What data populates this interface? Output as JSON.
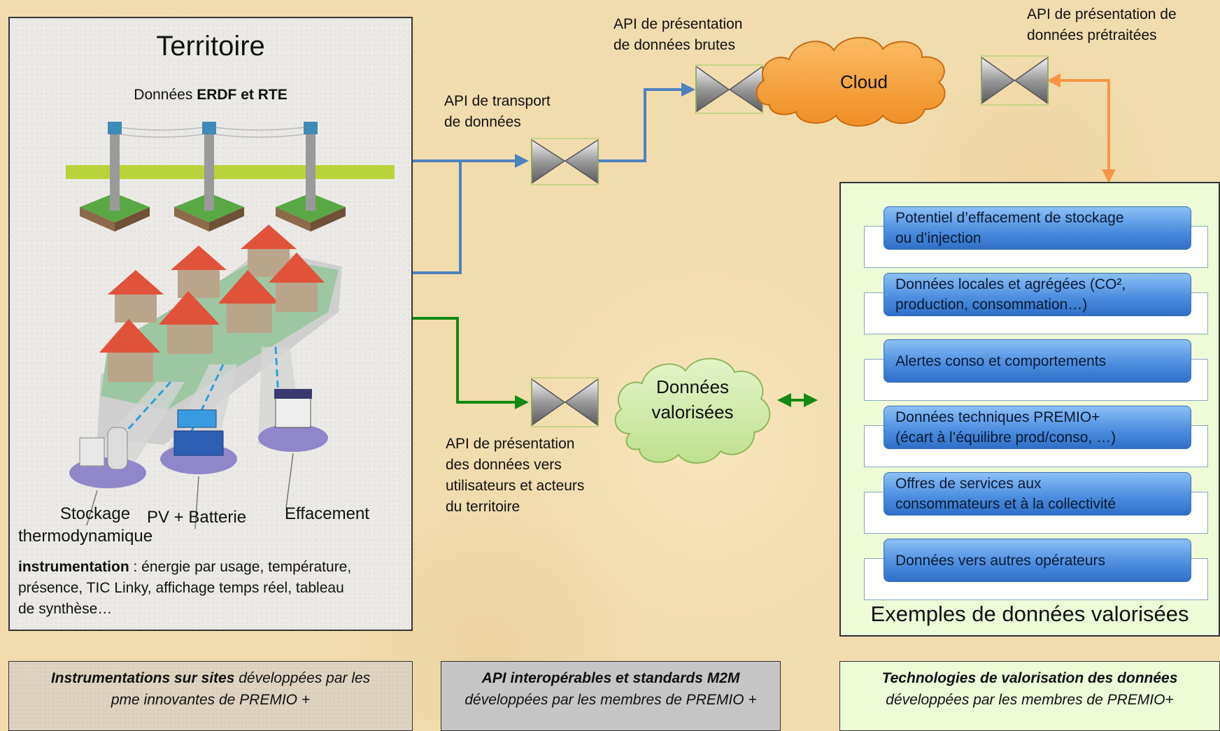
{
  "territoire": {
    "title": "Territoire",
    "erdf_prefix": "Données ",
    "erdf_bold": "ERDF et RTE",
    "labels": {
      "stockage": "Stockage",
      "thermodynamique": "thermodynamique",
      "pv": "PV + Batterie",
      "effacement": "Effacement"
    },
    "instrumentation_bold": "instrumentation",
    "instrumentation_lines": [
      " : énergie par usage, température,",
      "présence, TIC Linky, affichage temps réel, tableau",
      "de synthèse…"
    ]
  },
  "api_labels": {
    "transport": [
      "API de transport",
      "de données"
    ],
    "brutes": [
      "API de présentation",
      "de données brutes"
    ],
    "pretraitees": [
      "API de présentation de",
      "données prétraitées"
    ],
    "utilisateurs": [
      "API de présentation",
      "des données vers",
      "utilisateurs et acteurs",
      "du territoire"
    ]
  },
  "clouds": {
    "cloud": "Cloud",
    "valorisees": [
      "Données",
      "valorisées"
    ]
  },
  "examples": {
    "title": "Exemples de données valorisées",
    "items": [
      [
        "Potentiel d’effacement de stockage",
        "ou d’injection"
      ],
      [
        "Données locales et agrégées    (CO², ",
        "production, consommation…)"
      ],
      [
        "Alertes conso et comportements"
      ],
      [
        "Données techniques PREMIO+",
        "(écart à l’équilibre prod/conso, …)"
      ],
      [
        "Offres de services aux",
        "consommateurs et à la collectivité"
      ],
      [
        "Données vers autres opérateurs"
      ]
    ]
  },
  "bottom": {
    "left_bold": "Instrumentations sur sites",
    "left_rest": " développées par les",
    "left_line2": "pme innovantes de PREMIO +",
    "mid_bold": "API interopérables et standards M2M",
    "mid_line2": "développées par les membres de PREMIO +",
    "right_bold": "Technologies de valorisation des données",
    "right_line2": "développées par les membres de PREMIO+"
  },
  "colors": {
    "blue_line": "#4f81bd",
    "orange_line": "#f79646",
    "green_line": "#138a13",
    "cloud_orange": "#f7a23c",
    "cloud_green": "#cde9a8"
  }
}
